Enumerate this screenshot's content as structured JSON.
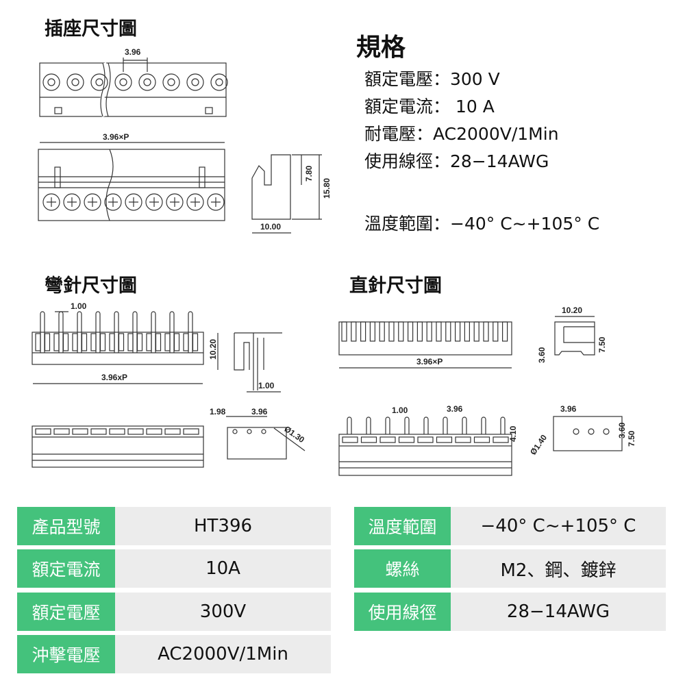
{
  "headings": {
    "socket": "插座尺寸圖",
    "bent": "彎針尺寸圖",
    "straight": "直針尺寸圖"
  },
  "specs": {
    "title": "規格",
    "lines": [
      "額定電壓：300 V",
      "額定電流： 10 A",
      "耐電壓：AC2000V/1Min",
      "使用線徑：28−14AWG",
      "溫度範圍：−40° C~+105° C"
    ]
  },
  "dims": {
    "socket": {
      "pitch": "3.96",
      "length": "3.96×P",
      "h1": "7.80",
      "h2": "15.80",
      "depth": "10.00"
    },
    "bent": {
      "pin": "1.00",
      "length": "3.96xP",
      "height": "10.20",
      "pin2": "1.00",
      "edge": "1.98",
      "pitch": "3.96",
      "hole": "Ø1.30"
    },
    "straight": {
      "length": "3.96×P",
      "width": "10.20",
      "h1": "3.60",
      "h2": "7.50",
      "pin": "1.00",
      "pitch": "3.96",
      "pinh": "4.10",
      "pitch2": "3.96",
      "hole": "Ø1.40",
      "h3": "3.60",
      "h4": "7.50"
    }
  },
  "table": {
    "left": [
      {
        "label": "產品型號",
        "value": "HT396"
      },
      {
        "label": "額定電流",
        "value": "10A"
      },
      {
        "label": "額定電壓",
        "value": "300V"
      },
      {
        "label": "沖擊電壓",
        "value": "AC2000V/1Min"
      }
    ],
    "right": [
      {
        "label": "溫度範圍",
        "value": "−40° C~+105° C"
      },
      {
        "label": "螺絲",
        "value": "M2、鋼、鍍鋅"
      },
      {
        "label": "使用線徑",
        "value": "28−14AWG"
      }
    ]
  },
  "colors": {
    "label_bg": "#44c27c",
    "value_bg": "#ececec"
  }
}
